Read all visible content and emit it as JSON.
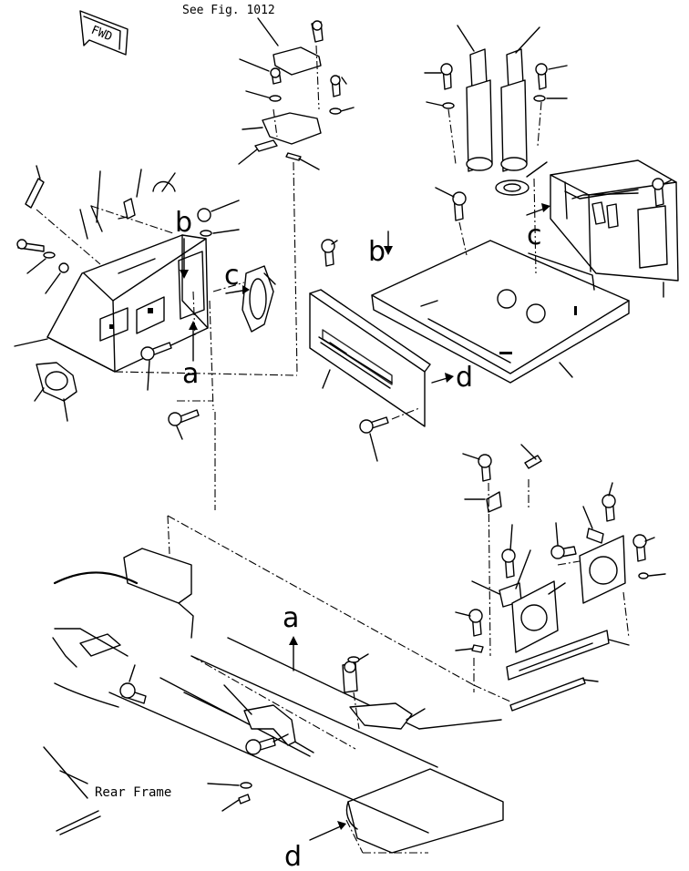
{
  "figure": {
    "reference_note": "See Fig. 1012",
    "fwd_tag": "FWD",
    "rear_frame_label": "Rear Frame",
    "callouts": {
      "a_left": "a",
      "a_bottom": "a",
      "b_left": "b",
      "b_center": "b",
      "c_left": "c",
      "c_right": "c",
      "d_center": "d",
      "d_bottom": "d"
    }
  }
}
